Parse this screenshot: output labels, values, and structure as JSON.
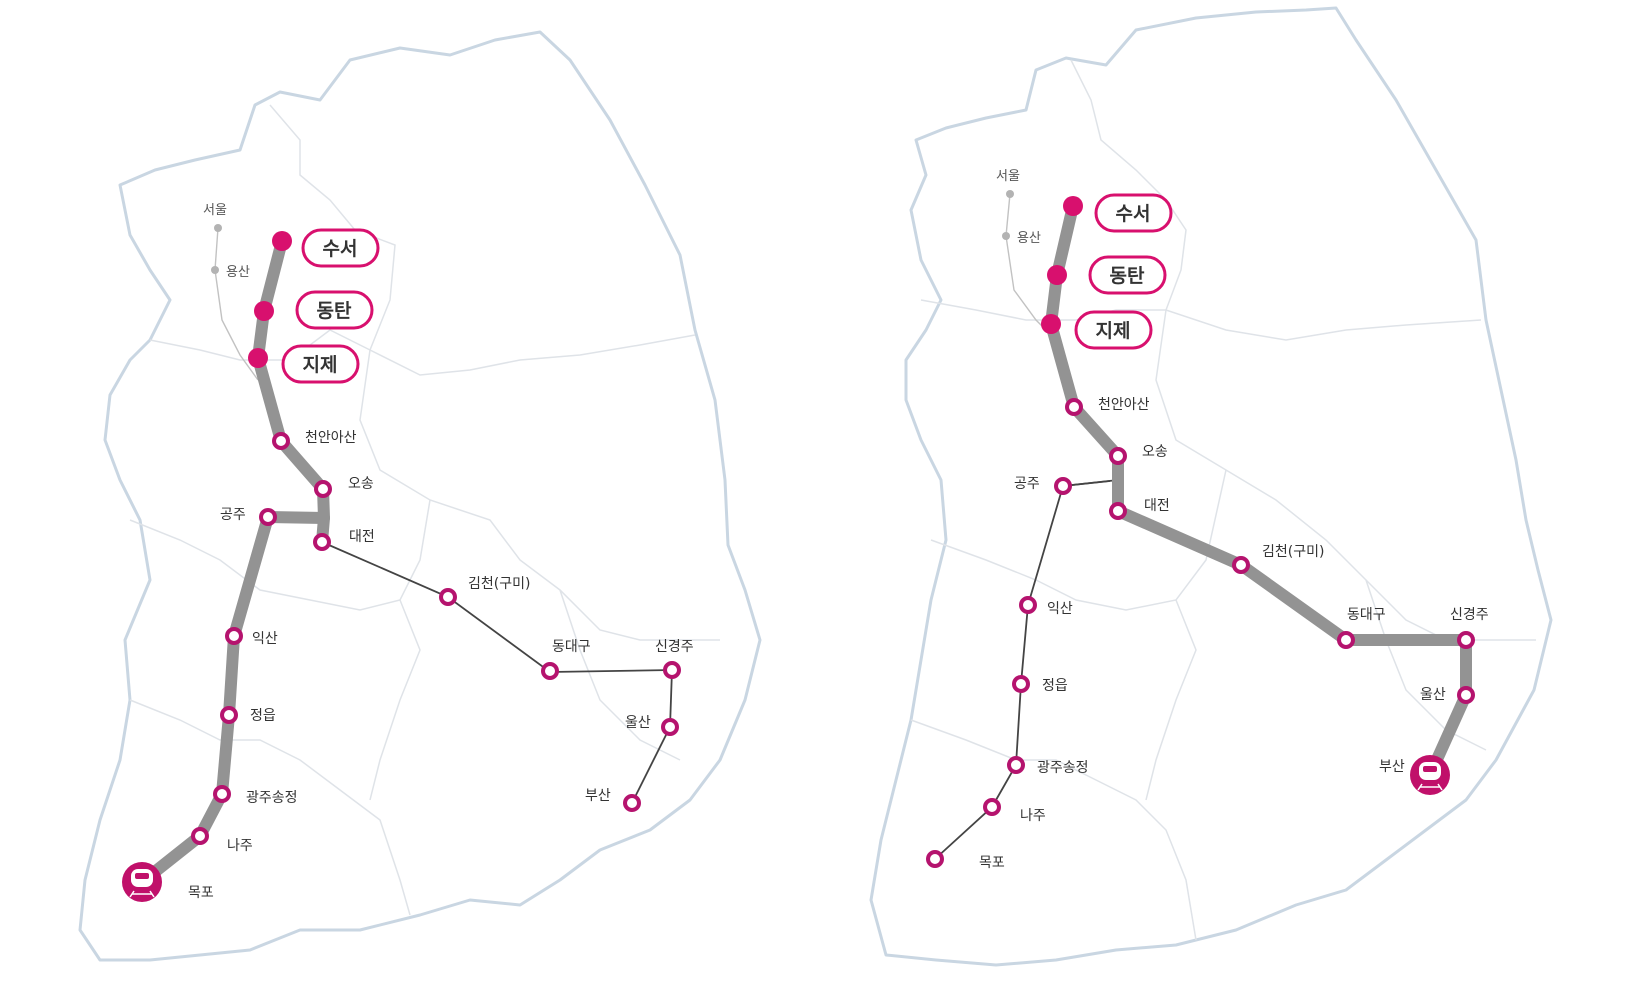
{
  "maps": [
    {
      "id": "left",
      "stations": {
        "seoul": "서울",
        "yongsan": "용산",
        "suseo": "수서",
        "dongtan": "동탄",
        "jije": "지제",
        "cheonan": "천안아산",
        "osong": "오송",
        "gongju": "공주",
        "daejeon": "대전",
        "gimcheon": "김천(구미)",
        "dongdaegu": "동대구",
        "singyeongju": "신경주",
        "ulsan": "울산",
        "busan": "부산",
        "iksan": "익산",
        "jeongeup": "정읍",
        "gwangju": "광주송정",
        "naju": "나주",
        "mokpo": "목포"
      },
      "terminus_icon": "train-icon"
    },
    {
      "id": "right",
      "stations": {
        "seoul": "서울",
        "yongsan": "용산",
        "suseo": "수서",
        "dongtan": "동탄",
        "jije": "지제",
        "cheonan": "천안아산",
        "osong": "오송",
        "gongju": "공주",
        "daejeon": "대전",
        "gimcheon": "김천(구미)",
        "dongdaegu": "동대구",
        "singyeongju": "신경주",
        "ulsan": "울산",
        "busan": "부산",
        "iksan": "익산",
        "jeongeup": "정읍",
        "gwangju": "광주송정",
        "naju": "나주",
        "mokpo": "목포"
      },
      "terminus_icon": "train-icon"
    }
  ],
  "colors": {
    "accent": "#d8106e",
    "route": "#939393",
    "border": "#c9d6e2"
  }
}
